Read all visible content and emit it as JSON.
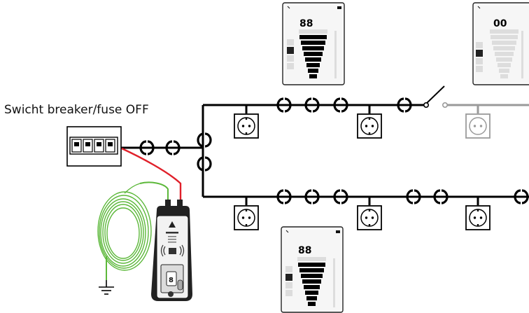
{
  "diagram": {
    "caption": "Swicht breaker/fuse OFF",
    "receivers": [
      {
        "id": "top-left",
        "reading": "88"
      },
      {
        "id": "top-right",
        "reading": "00"
      },
      {
        "id": "bottom",
        "reading": "88"
      }
    ],
    "colors": {
      "wire": "#000000",
      "dead_wire": "#9a9a9a",
      "red_lead": "#e0202a",
      "green_lead": "#5cb83a",
      "device_body": "#222222",
      "display_bg": "#f6f6f6"
    }
  }
}
